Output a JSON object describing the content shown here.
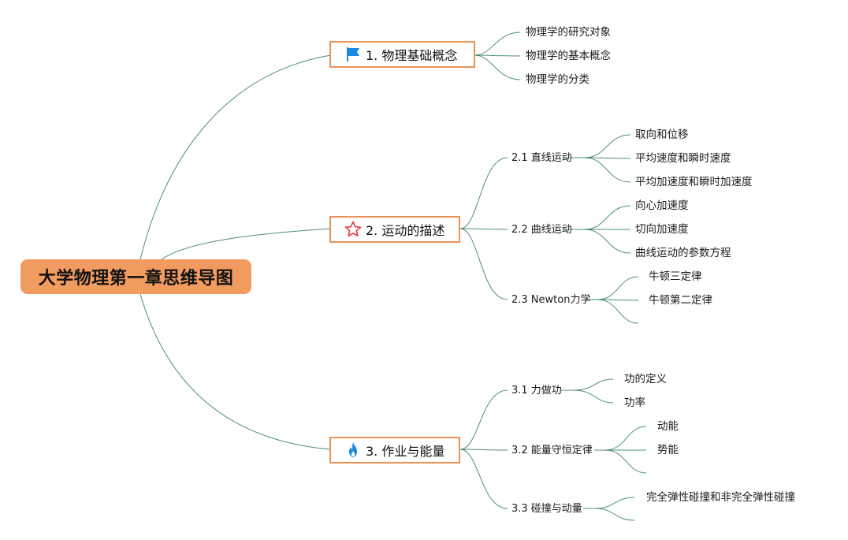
{
  "root": {
    "title": "大学物理第一章思维导图",
    "color": "#f29b61"
  },
  "line_color": "#2e7d5b",
  "topic_border_color": "#e8935a",
  "topics": [
    {
      "icon": "flag-icon",
      "icon_color": "#1e88e5",
      "label": "1. 物理基础概念",
      "leaves": [
        "物理学的研究对象",
        "物理学的基本概念",
        "物理学的分类"
      ]
    },
    {
      "icon": "star-icon",
      "icon_color": "#e53935",
      "label": "2. 运动的描述",
      "subtopics": [
        {
          "label": "2.1 直线运动",
          "leaves": [
            "取向和位移",
            "平均速度和瞬时速度",
            "平均加速度和瞬时加速度"
          ]
        },
        {
          "label": "2.2 曲线运动",
          "leaves": [
            "向心加速度",
            "切向加速度",
            "曲线运动的参数方程"
          ]
        },
        {
          "label": "2.3 Newton力学",
          "leaves": [
            "牛顿三定律",
            "牛顿第二定律",
            ""
          ]
        }
      ]
    },
    {
      "icon": "flame-icon",
      "icon_color": "#1e88e5",
      "label": "3. 作业与能量",
      "subtopics": [
        {
          "label": "3.1 力做功",
          "leaves": [
            "功的定义",
            "功率"
          ]
        },
        {
          "label": "3.2 能量守恒定律",
          "leaves": [
            "动能",
            "势能",
            ""
          ]
        },
        {
          "label": "3.3 碰撞与动量",
          "leaves": [
            "完全弹性碰撞和非完全弹性碰撞",
            ""
          ]
        }
      ]
    }
  ]
}
